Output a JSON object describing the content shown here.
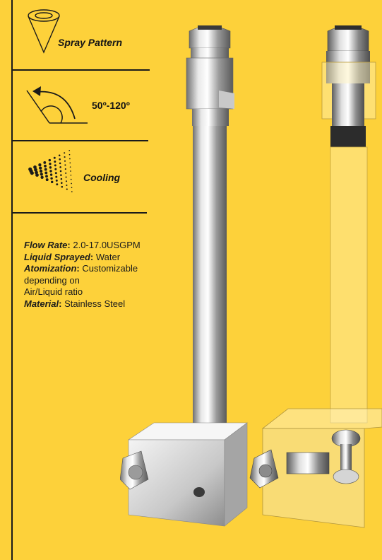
{
  "features": {
    "spray_pattern": {
      "label": "Spray Pattern",
      "icon": "hollow-cone-icon"
    },
    "spray_angle": {
      "label": "50º-120º",
      "icon": "spray-angle-icon"
    },
    "application": {
      "label": "Cooling",
      "icon": "droplet-spray-icon"
    }
  },
  "specs": [
    {
      "key": "Flow Rate",
      "value": "2.0-17.0USGPM"
    },
    {
      "key": "Liquid Sprayed",
      "value": "Water"
    },
    {
      "key": "Atomization",
      "value": "Customizable"
    }
  ],
  "specs_continued": [
    "depending on",
    "Air/Liquid ratio"
  ],
  "spec_material": {
    "key": "Material",
    "value": "Stainless Steel"
  },
  "colors": {
    "background": "#FDD13A",
    "line": "#1a1a1a",
    "steel": "#c9c9c9",
    "clear": "#f3e3a8"
  }
}
